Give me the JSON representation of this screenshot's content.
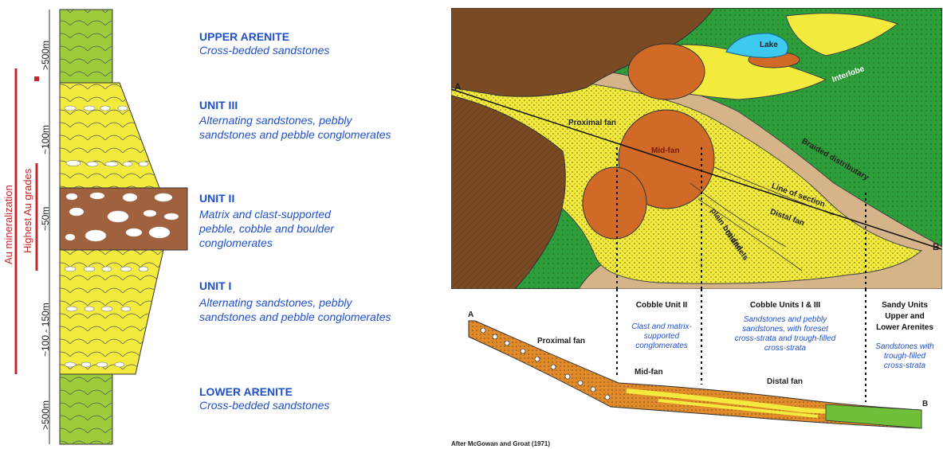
{
  "column": {
    "thickness": {
      "upper": ">500m",
      "unit3": "~100m",
      "unit2": "~50m",
      "unit1": "~100 - 150m",
      "lower": ">500m"
    },
    "mineralization_label": "Au mineralization",
    "grades_label": "Highest Au grades"
  },
  "units": {
    "upper_arenite": {
      "title": "UPPER ARENITE",
      "desc": "Cross-bedded sandstones"
    },
    "unit3": {
      "title": "UNIT III",
      "desc_1": "Alternating sandstones, pebbly",
      "desc_2": "sandstones and pebble conglomerates"
    },
    "unit2": {
      "title": "UNIT II",
      "desc_1": "Matrix and clast-supported",
      "desc_2": "pebble, cobble and boulder",
      "desc_3": "conglomerates"
    },
    "unit1": {
      "title": "UNIT I",
      "desc_1": "Alternating sandstones, pebbly",
      "desc_2": "sandstones and pebble conglomerates"
    },
    "lower_arenite": {
      "title": "LOWER ARENITE",
      "desc": "Cross-bedded sandstones"
    }
  },
  "map": {
    "lake": "Lake",
    "interlobe": "Interlobe",
    "proximal_fan": "Proximal fan",
    "mid_fan": "Mid-fan",
    "braided_distributary": "Braided distributary",
    "line_of_section": "Line of section",
    "distal_fan": "Distal fan",
    "plain_braided": "plain braided",
    "channels": "channels",
    "point_a": "A",
    "point_b": "B"
  },
  "section": {
    "point_a": "A",
    "point_b": "B",
    "proximal_fan": "Proximal fan",
    "mid_fan": "Mid-fan",
    "distal_fan": "Distal fan",
    "cobble2_title": "Cobble Unit II",
    "cobble2_desc_1": "Clast and matrix-",
    "cobble2_desc_2": "supported",
    "cobble2_desc_3": "conglomerates",
    "cobble13_title": "Cobble Units I & III",
    "cobble13_desc_1": "Sandstones and pebbly",
    "cobble13_desc_2": "sandstones, with foreset",
    "cobble13_desc_3": "cross-strata and trough-filled",
    "cobble13_desc_4": "cross-strata",
    "sandy_title_1": "Sandy Units",
    "sandy_title_2": "Upper and",
    "sandy_title_3": "Lower Arenites",
    "sandy_desc_1": "Sandstones with",
    "sandy_desc_2": "trough-filled",
    "sandy_desc_3": "cross-strata"
  },
  "credit": "After McGowan and Groat (1971)",
  "colors": {
    "sand": "#f2ea3c",
    "green_arenite": "#9ccc3c",
    "conglomerate": "#a0613e",
    "text_blue": "#1f4fc9",
    "red": "#c0282c",
    "map_brown": "#7a4a24",
    "map_orange": "#d06a26",
    "map_green": "#2e9e3a"
  }
}
